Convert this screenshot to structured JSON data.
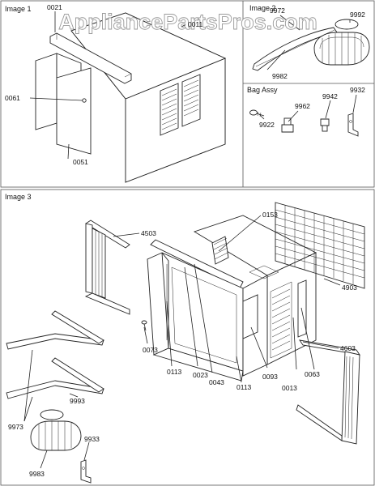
{
  "watermark": "AppliancePartsPros.com",
  "panels": {
    "image1": {
      "title": "Image 1"
    },
    "image2": {
      "title": "Image 2"
    },
    "bag": {
      "title": "Bag Assy"
    },
    "image3": {
      "title": "Image 3"
    }
  },
  "labels": {
    "p0021": "0021",
    "p0011": "0011",
    "p0061": "0061",
    "p0051": "0051",
    "p9972": "9972",
    "p9992": "9992",
    "p9982": "9982",
    "p9962": "9962",
    "p9942": "9942",
    "p9932": "9932",
    "p9922": "9922",
    "p4503": "4503",
    "p0153": "0153",
    "p4903": "4903",
    "p4603": "4603",
    "p0073": "0073",
    "p0113a": "0113",
    "p0023": "0023",
    "p0043": "0043",
    "p0113b": "0113",
    "p0093": "0093",
    "p0013": "0013",
    "p0063": "0063",
    "p9993": "9993",
    "p9973": "9973",
    "p9933": "9933",
    "p9983": "9983"
  },
  "colors": {
    "line": "#222222",
    "frame": "#555555",
    "watermark_stroke": "#9a9a9a"
  }
}
